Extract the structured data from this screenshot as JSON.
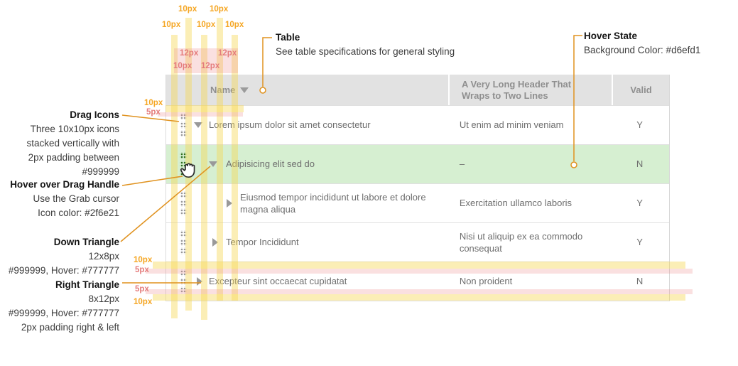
{
  "annotations": {
    "drag_icons": {
      "title": "Drag Icons",
      "lines": [
        "Three 10x10px icons",
        "stacked vertically with",
        "2px padding between",
        "#999999"
      ]
    },
    "hover_handle": {
      "title": "Hover over Drag Handle",
      "lines": [
        "Use the Grab cursor",
        "Icon color: #2f6e21"
      ]
    },
    "down_triangle": {
      "title": "Down Triangle",
      "lines": [
        "12x8px",
        "#999999, Hover: #777777"
      ]
    },
    "right_triangle": {
      "title": "Right Triangle",
      "lines": [
        "8x12px",
        "#999999, Hover: #777777",
        "2px padding right & left"
      ]
    },
    "table": {
      "title": "Table",
      "lines": [
        "See table specifications for general styling"
      ]
    },
    "hover_state": {
      "title": "Hover State",
      "lines": [
        "Background Color: #d6efd1"
      ]
    }
  },
  "table": {
    "headers": {
      "name": "Name",
      "long": "A Very Long Header That Wraps to Two Lines",
      "valid": "Valid"
    },
    "rows": [
      {
        "name": "Lorem ipsum dolor sit amet consectetur",
        "col2": "Ut enim ad minim veniam",
        "valid": "Y",
        "icon": "down",
        "indent": "0",
        "state": "default"
      },
      {
        "name": "Adipisicing elit sed do",
        "col2": "–",
        "valid": "N",
        "icon": "down",
        "indent": "1",
        "state": "hover"
      },
      {
        "name": "Eiusmod tempor incididunt ut labore et dolore magna aliqua",
        "col2": "Exercitation ullamco laboris",
        "valid": "Y",
        "icon": "right",
        "indent": "2",
        "state": "default"
      },
      {
        "name": "Tempor Incididunt",
        "col2": "Nisi ut aliquip ex ea commodo consequat",
        "valid": "Y",
        "icon": "right",
        "indent": "1",
        "state": "default"
      },
      {
        "name": "Excepteur sint occaecat cupidatat",
        "col2": "Non proident",
        "valid": "N",
        "icon": "right",
        "indent": "0",
        "state": "default"
      }
    ]
  },
  "overlay": {
    "labels": [
      "10px",
      "10px",
      "10px",
      "10px",
      "10px",
      "12px",
      "12px",
      "10px",
      "12px",
      "10px",
      "5px",
      "10px",
      "5px",
      "5px",
      "10px"
    ]
  },
  "colors": {
    "hover_bg": "#d6efd1",
    "icon_default": "#999999",
    "icon_hover": "#777777",
    "drag_hover": "#2f6e21",
    "header_bg": "#e2e2e2",
    "annotation_line": "#e0921f"
  }
}
